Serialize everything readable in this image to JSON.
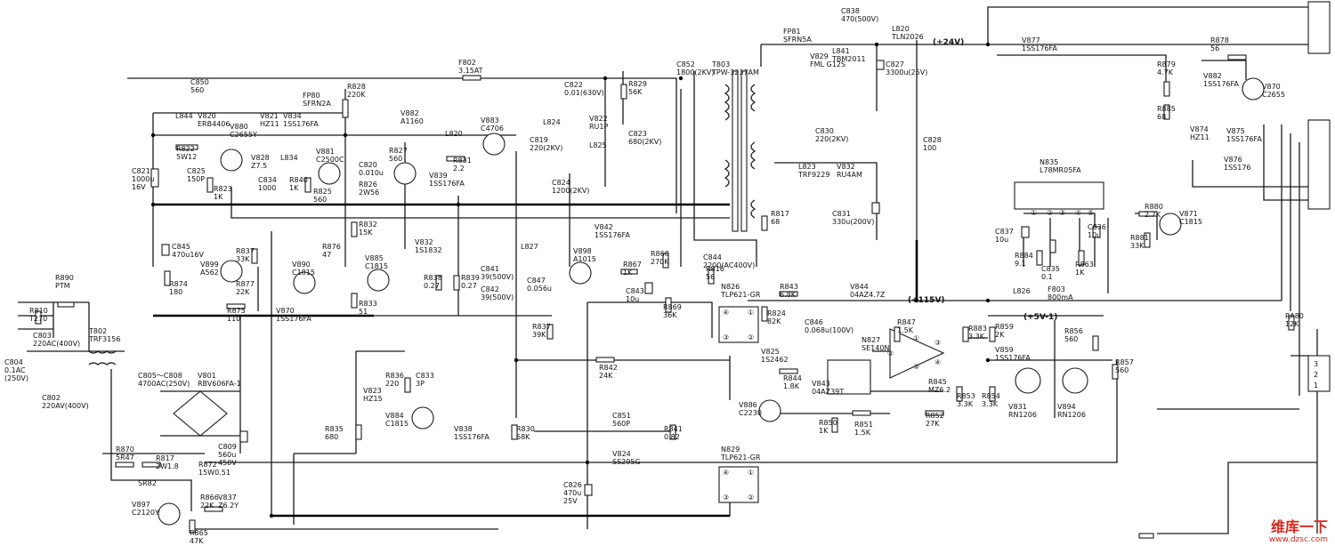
{
  "parts": [
    {
      "id": "F802",
      "text": [
        "F802",
        "3.15AT"
      ]
    },
    {
      "id": "C850",
      "text": [
        "C850",
        "560"
      ]
    },
    {
      "id": "L844",
      "text": [
        "L844"
      ]
    },
    {
      "id": "V820",
      "text": [
        "V820",
        "ERB4406"
      ]
    },
    {
      "id": "V880",
      "text": [
        "V880",
        "C2655Y"
      ]
    },
    {
      "id": "V821",
      "text": [
        "V821",
        "HZ11"
      ]
    },
    {
      "id": "V834",
      "text": [
        "V834",
        "1SS176FA"
      ]
    },
    {
      "id": "FP80",
      "text": [
        "FP80",
        "SFRN2A"
      ]
    },
    {
      "id": "R828",
      "text": [
        "R828",
        "220K"
      ]
    },
    {
      "id": "V882",
      "text": [
        "V882",
        "A1160"
      ]
    },
    {
      "id": "V883",
      "text": [
        "V883",
        "C4706"
      ]
    },
    {
      "id": "L824",
      "text": [
        "L824"
      ]
    },
    {
      "id": "C822",
      "text": [
        "C822",
        "0.01(630V)"
      ]
    },
    {
      "id": "R829",
      "text": [
        "R829",
        "56K"
      ]
    },
    {
      "id": "V822",
      "text": [
        "V822",
        "RU1P"
      ]
    },
    {
      "id": "C823",
      "text": [
        "C823",
        "680(2KV)"
      ]
    },
    {
      "id": "L825",
      "text": [
        "L825"
      ]
    },
    {
      "id": "C852",
      "text": [
        "C852",
        "1800(2KV)"
      ]
    },
    {
      "id": "T803",
      "text": [
        "T803",
        "TPW-3237AM"
      ]
    },
    {
      "id": "FP81",
      "text": [
        "FP81",
        "SFRN5A"
      ]
    },
    {
      "id": "C838",
      "text": [
        "C838",
        "470(500V)"
      ]
    },
    {
      "id": "V829",
      "text": [
        "V829",
        "FML G12S"
      ]
    },
    {
      "id": "L841",
      "text": [
        "L841",
        "TBM2011"
      ]
    },
    {
      "id": "L820",
      "text": [
        "L820",
        "TLN2026"
      ]
    },
    {
      "id": "C827",
      "text": [
        "C827",
        "3300u(25V)"
      ]
    },
    {
      "id": "V877",
      "text": [
        "V877",
        "1SS176FA"
      ]
    },
    {
      "id": "R878",
      "text": [
        "R878",
        "56"
      ]
    },
    {
      "id": "R879",
      "text": [
        "R879",
        "4.7K"
      ]
    },
    {
      "id": "V882b",
      "text": [
        "V882",
        "1SS176FA"
      ]
    },
    {
      "id": "V870",
      "text": [
        "V870",
        "C2655"
      ]
    },
    {
      "id": "R885",
      "text": [
        "R885",
        "68"
      ]
    },
    {
      "id": "V874",
      "text": [
        "V874",
        "HZ11"
      ]
    },
    {
      "id": "V875",
      "text": [
        "V875",
        "1SS176FA"
      ]
    },
    {
      "id": "V876",
      "text": [
        "V876",
        "1SS176"
      ]
    },
    {
      "id": "R822",
      "text": [
        "R822",
        "5W12"
      ]
    },
    {
      "id": "C825",
      "text": [
        "C825",
        "150P"
      ]
    },
    {
      "id": "R823",
      "text": [
        "R823",
        "1K"
      ]
    },
    {
      "id": "V828",
      "text": [
        "V828",
        "Z7.5"
      ]
    },
    {
      "id": "L834",
      "text": [
        "L834"
      ]
    },
    {
      "id": "C834",
      "text": [
        "C834",
        "1000"
      ]
    },
    {
      "id": "R840",
      "text": [
        "R840",
        "1K"
      ]
    },
    {
      "id": "V881",
      "text": [
        "V881",
        "C2500C"
      ]
    },
    {
      "id": "R825",
      "text": [
        "R825",
        "560"
      ]
    },
    {
      "id": "C820",
      "text": [
        "C820",
        "0.010u"
      ]
    },
    {
      "id": "R826",
      "text": [
        "R826",
        "2W56"
      ]
    },
    {
      "id": "R827",
      "text": [
        "R827",
        "560"
      ]
    },
    {
      "id": "L820b",
      "text": [
        "L820"
      ]
    },
    {
      "id": "R831",
      "text": [
        "R831",
        "2.2"
      ]
    },
    {
      "id": "V839",
      "text": [
        "V839",
        "1SS176FA"
      ]
    },
    {
      "id": "C819",
      "text": [
        "C819",
        "220(2KV)"
      ]
    },
    {
      "id": "C824",
      "text": [
        "C824",
        "1200(2KV)"
      ]
    },
    {
      "id": "C830",
      "text": [
        "C830",
        "220(2KV)"
      ]
    },
    {
      "id": "L823",
      "text": [
        "L823",
        "TRF9229"
      ]
    },
    {
      "id": "V832",
      "text": [
        "V832",
        "RU4AM"
      ]
    },
    {
      "id": "C828",
      "text": [
        "C828",
        "100"
      ]
    },
    {
      "id": "N835",
      "text": [
        "N835",
        "L78MR05FA"
      ]
    },
    {
      "id": "C821",
      "text": [
        "C821",
        "1000u",
        "16V"
      ]
    },
    {
      "id": "R817",
      "text": [
        "R817",
        "68"
      ]
    },
    {
      "id": "C831",
      "text": [
        "C831",
        "330u(200V)"
      ]
    },
    {
      "id": "R880",
      "text": [
        "R880",
        "2.7K"
      ]
    },
    {
      "id": "V871",
      "text": [
        "V871",
        "C1815"
      ]
    },
    {
      "id": "R881",
      "text": [
        "R881",
        "33K"
      ]
    },
    {
      "id": "C837",
      "text": [
        "C837",
        "10u"
      ]
    },
    {
      "id": "C836",
      "text": [
        "C836",
        "10u"
      ]
    },
    {
      "id": "R832",
      "text": [
        "R832",
        "15K"
      ]
    },
    {
      "id": "V832b",
      "text": [
        "V832",
        "1S1832"
      ]
    },
    {
      "id": "C845",
      "text": [
        "C845",
        "470u16V"
      ]
    },
    {
      "id": "R837",
      "text": [
        "R837",
        "33K"
      ]
    },
    {
      "id": "R876",
      "text": [
        "R876",
        "47"
      ]
    },
    {
      "id": "V899",
      "text": [
        "V899",
        "A562"
      ]
    },
    {
      "id": "R877",
      "text": [
        "R877",
        "22K"
      ]
    },
    {
      "id": "V890",
      "text": [
        "V890",
        "C1815"
      ]
    },
    {
      "id": "R874",
      "text": [
        "R874",
        "180"
      ]
    },
    {
      "id": "R875",
      "text": [
        "R875",
        "110"
      ]
    },
    {
      "id": "V870b",
      "text": [
        "V870",
        "1SS176FA"
      ]
    },
    {
      "id": "V885",
      "text": [
        "V885",
        "C1815"
      ]
    },
    {
      "id": "R833",
      "text": [
        "R833",
        "51"
      ]
    },
    {
      "id": "R838",
      "text": [
        "R838",
        "0.27"
      ]
    },
    {
      "id": "R839",
      "text": [
        "R839",
        "0.27"
      ]
    },
    {
      "id": "L827",
      "text": [
        "L827"
      ]
    },
    {
      "id": "C841",
      "text": [
        "C841",
        "39(500V)"
      ]
    },
    {
      "id": "C842",
      "text": [
        "C842",
        "39(500V)"
      ]
    },
    {
      "id": "C847",
      "text": [
        "C847",
        "0.056u"
      ]
    },
    {
      "id": "V842",
      "text": [
        "V842",
        "1SS176FA"
      ]
    },
    {
      "id": "V898",
      "text": [
        "V898",
        "A1015"
      ]
    },
    {
      "id": "R867",
      "text": [
        "R867",
        "1K"
      ]
    },
    {
      "id": "R868",
      "text": [
        "R868",
        "270K"
      ]
    },
    {
      "id": "C843",
      "text": [
        "C843",
        "10u"
      ]
    },
    {
      "id": "R869",
      "text": [
        "R869",
        "36K"
      ]
    },
    {
      "id": "R816",
      "text": [
        "R816",
        "56"
      ]
    },
    {
      "id": "C844",
      "text": [
        "C844",
        "2200(AC400V)"
      ]
    },
    {
      "id": "R884",
      "text": [
        "R884",
        "9.1"
      ]
    },
    {
      "id": "C835",
      "text": [
        "C835",
        "0.1"
      ]
    },
    {
      "id": "R863",
      "text": [
        "R863",
        "1K"
      ]
    },
    {
      "id": "R890",
      "text": [
        "R890",
        "PTM"
      ]
    },
    {
      "id": "R810",
      "text": [
        "R810",
        "T270"
      ]
    },
    {
      "id": "C803",
      "text": [
        "C803",
        "220AC(400V)"
      ]
    },
    {
      "id": "T802",
      "text": [
        "T802",
        "TRF3156"
      ]
    },
    {
      "id": "C804",
      "text": [
        "C804",
        "0.1AC",
        "(250V)"
      ]
    },
    {
      "id": "C802",
      "text": [
        "C802",
        "220AV(400V)"
      ]
    },
    {
      "id": "C805",
      "text": [
        "C805～C808",
        "4700AC(250V)"
      ]
    },
    {
      "id": "V801",
      "text": [
        "V801",
        "RBV606FA-1"
      ]
    },
    {
      "id": "C809",
      "text": [
        "C809",
        "560u",
        "450V"
      ]
    },
    {
      "id": "R870",
      "text": [
        "R870",
        "5R47"
      ]
    },
    {
      "id": "R817b",
      "text": [
        "R817",
        "2W1.8"
      ]
    },
    {
      "id": "R872",
      "text": [
        "R872",
        "15W0.51"
      ]
    },
    {
      "id": "SR82",
      "text": [
        "SR82"
      ]
    },
    {
      "id": "V897",
      "text": [
        "V897",
        "C2120Y"
      ]
    },
    {
      "id": "R866",
      "text": [
        "R866",
        "22K"
      ]
    },
    {
      "id": "V837",
      "text": [
        "V837",
        "Z6.2Y"
      ]
    },
    {
      "id": "R865",
      "text": [
        "R865",
        "47K"
      ]
    },
    {
      "id": "R836",
      "text": [
        "R836",
        "220"
      ]
    },
    {
      "id": "C833",
      "text": [
        "C833",
        "3P"
      ]
    },
    {
      "id": "V823",
      "text": [
        "V823",
        "HZ15"
      ]
    },
    {
      "id": "V884",
      "text": [
        "V884",
        "C1815"
      ]
    },
    {
      "id": "R835",
      "text": [
        "R835",
        "680"
      ]
    },
    {
      "id": "V838",
      "text": [
        "V838",
        "1SS176FA"
      ]
    },
    {
      "id": "R830",
      "text": [
        "R830",
        "68K"
      ]
    },
    {
      "id": "C851",
      "text": [
        "C851",
        "560P"
      ]
    },
    {
      "id": "V824",
      "text": [
        "V824",
        "SS295G"
      ]
    },
    {
      "id": "R841",
      "text": [
        "R841",
        "0.82"
      ]
    },
    {
      "id": "C826",
      "text": [
        "C826",
        "470u",
        "25V"
      ]
    },
    {
      "id": "R837b",
      "text": [
        "R837",
        "39K"
      ]
    },
    {
      "id": "R842",
      "text": [
        "R842",
        "24K"
      ]
    },
    {
      "id": "N826",
      "text": [
        "N826",
        "TLP621-GR"
      ]
    },
    {
      "id": "R843",
      "text": [
        "R843",
        "6.8K"
      ]
    },
    {
      "id": "R824",
      "text": [
        "R824",
        "82K"
      ]
    },
    {
      "id": "V844",
      "text": [
        "V844",
        "04AZ4.7Z"
      ]
    },
    {
      "id": "L826",
      "text": [
        "L826"
      ]
    },
    {
      "id": "F803",
      "text": [
        "F803",
        "800mA"
      ]
    },
    {
      "id": "C846",
      "text": [
        "C846",
        "0.068u(100V)"
      ]
    },
    {
      "id": "R847",
      "text": [
        "R847",
        "1.5K"
      ]
    },
    {
      "id": "N827",
      "text": [
        "N827",
        "SE140N"
      ]
    },
    {
      "id": "R883",
      "text": [
        "R883",
        "3.3K"
      ]
    },
    {
      "id": "R859",
      "text": [
        "R859",
        "2K"
      ]
    },
    {
      "id": "V859",
      "text": [
        "V859",
        "1SS176FA"
      ]
    },
    {
      "id": "R856",
      "text": [
        "R856",
        "560"
      ]
    },
    {
      "id": "R857",
      "text": [
        "R857",
        "560"
      ]
    },
    {
      "id": "RA80",
      "text": [
        "RA80",
        "12K"
      ]
    },
    {
      "id": "V825",
      "text": [
        "V825",
        "1S2462"
      ]
    },
    {
      "id": "R844",
      "text": [
        "R844",
        "1.8K"
      ]
    },
    {
      "id": "V843",
      "text": [
        "V843",
        "04AZ39T"
      ]
    },
    {
      "id": "R845",
      "text": [
        "R845",
        "MZ6.2"
      ]
    },
    {
      "id": "R853",
      "text": [
        "R853",
        "3.3K"
      ]
    },
    {
      "id": "R854",
      "text": [
        "R854",
        "3.3K"
      ]
    },
    {
      "id": "V831",
      "text": [
        "V831",
        "RN1206"
      ]
    },
    {
      "id": "V894",
      "text": [
        "V894",
        "RN1206"
      ]
    },
    {
      "id": "V886",
      "text": [
        "V886",
        "C2230"
      ]
    },
    {
      "id": "R850",
      "text": [
        "R850",
        "1K"
      ]
    },
    {
      "id": "R851",
      "text": [
        "R851",
        "1.5K"
      ]
    },
    {
      "id": "R852",
      "text": [
        "R852",
        "27K"
      ]
    },
    {
      "id": "N829",
      "text": [
        "N829",
        "TLP621-GR"
      ]
    }
  ],
  "rails": {
    "v24": "(+24V)",
    "v115": "(+115V)",
    "v5": "(+5V-1)"
  },
  "pins": {
    "n835": [
      "①",
      "②",
      "③",
      "④",
      "⑤"
    ],
    "opto_a": [
      "④",
      "①",
      "③",
      "②"
    ],
    "opto_b": [
      "④",
      "①",
      "③",
      "②"
    ],
    "ic": [
      "①",
      "②",
      "③",
      "④",
      "⑤"
    ],
    "conn": [
      "3",
      "2",
      "1"
    ]
  },
  "watermark": {
    "cn": "维库一下",
    "url": "www.dzsc.com"
  }
}
